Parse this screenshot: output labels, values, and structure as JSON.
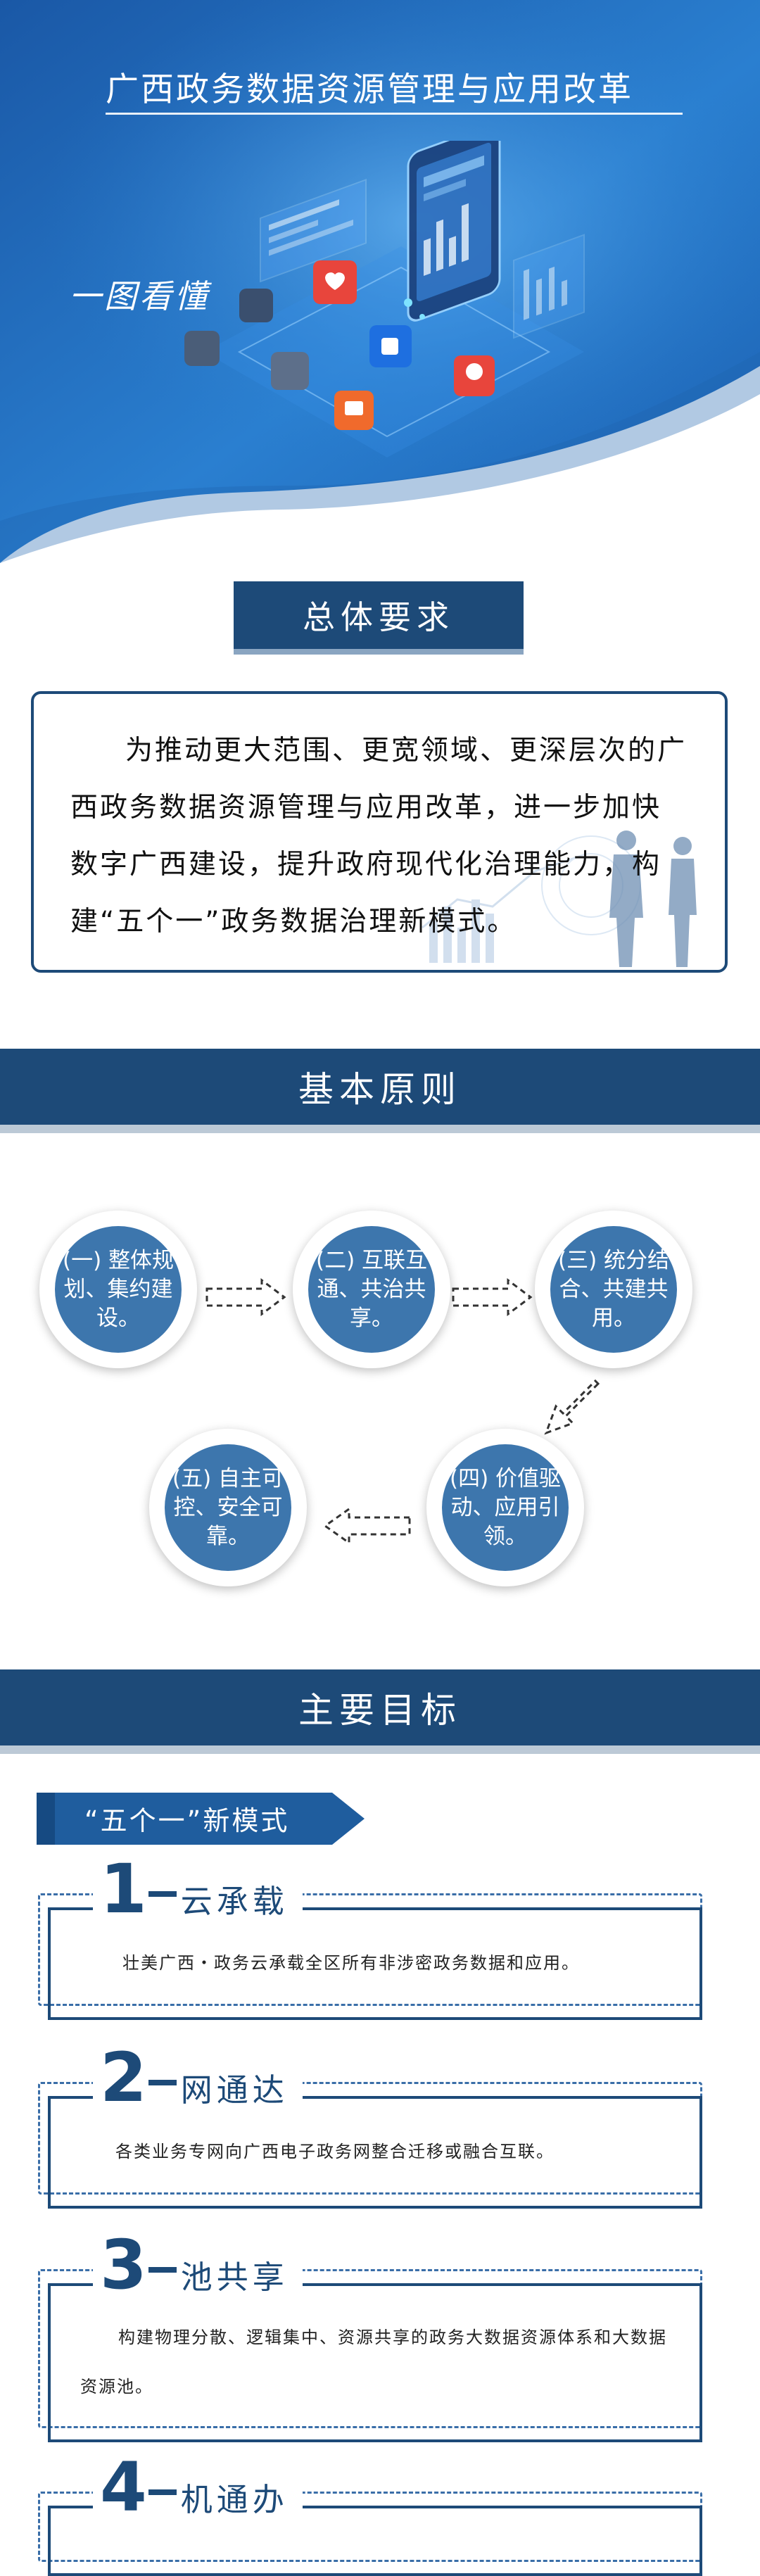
{
  "hero": {
    "title": "广西政务数据资源管理与应用改革",
    "subtitle": "一图看懂"
  },
  "overview": {
    "heading": "总体要求",
    "text": "为推动更大范围、更宽领域、更深层次的广西政务数据资源管理与应用改革，进一步加快数字广西建设，提升政府现代化治理能力，构建“五个一”政务数据治理新模式。"
  },
  "principles": {
    "heading": "基本原则",
    "items": [
      {
        "label": "(一) 整体规划、集约建设。"
      },
      {
        "label": "(二) 互联互通、共治共享。"
      },
      {
        "label": "(三) 统分结合、共建共用。"
      },
      {
        "label": "(四) 价值驱动、应用引领。"
      },
      {
        "label": "(五) 自主可控、安全可靠。"
      }
    ]
  },
  "goals": {
    "heading": "主要目标",
    "ribbon": "“五个一”新模式",
    "items": [
      {
        "num": "1",
        "title": "云承载",
        "desc": "壮美广西・政务云承载全区所有非涉密政务数据和应用。"
      },
      {
        "num": "2",
        "title": "网通达",
        "desc": "各类业务专网向广西电子政务网整合迁移或融合互联。"
      },
      {
        "num": "3",
        "title": "池共享",
        "desc": "构建物理分散、逻辑集中、资源共享的政务大数据资源体系和大数据资源池。"
      },
      {
        "num": "4",
        "title": "机通办",
        "desc": ""
      }
    ]
  },
  "colors": {
    "navy": "#1d4a78",
    "circle_blue": "#3d76ad",
    "hero_blue": "#1f63b0"
  }
}
